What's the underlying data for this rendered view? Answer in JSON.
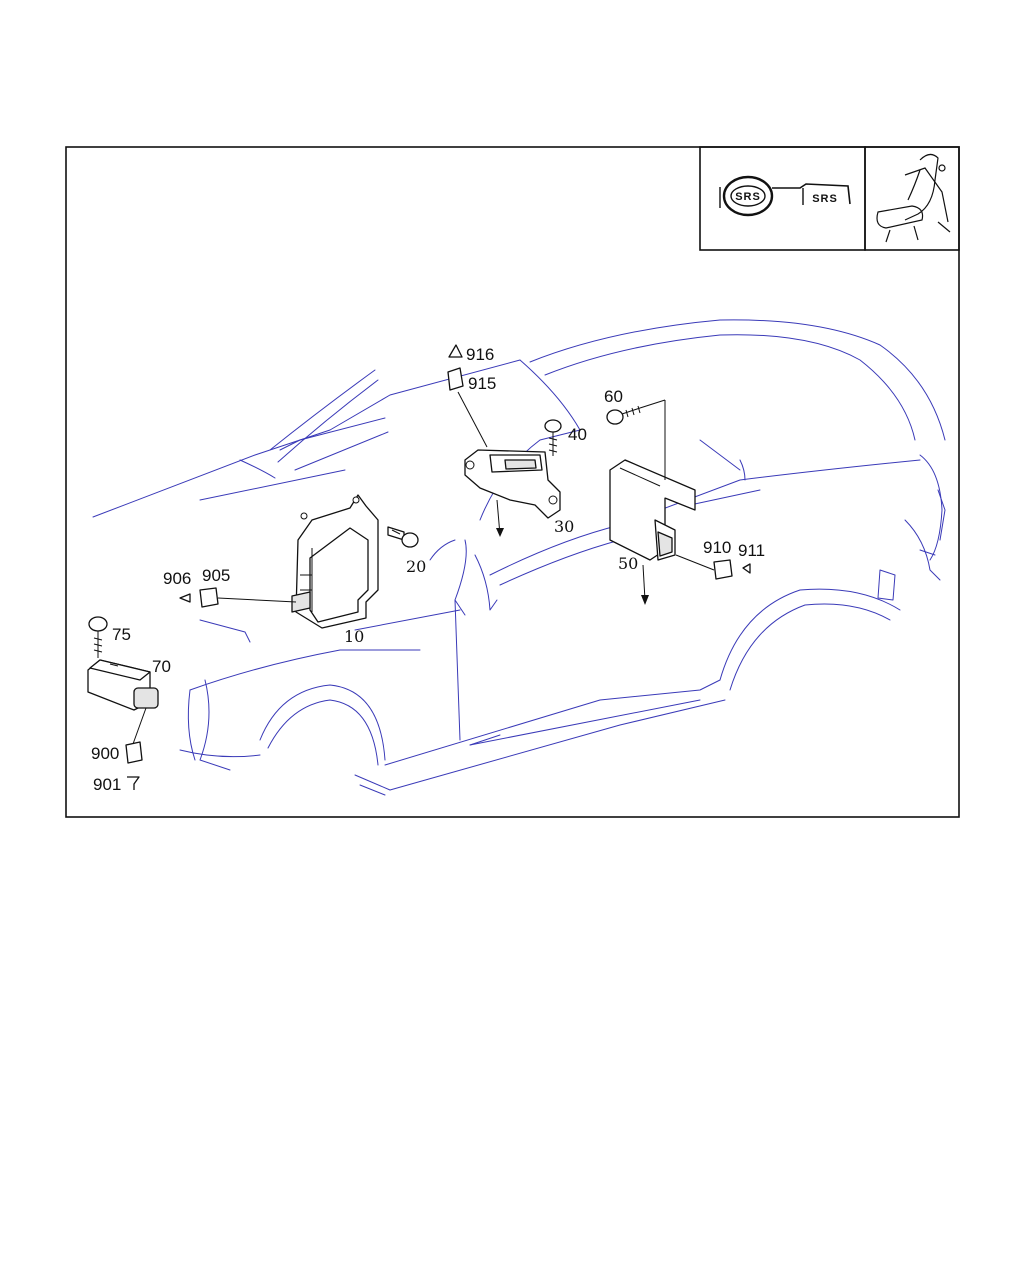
{
  "inset": {
    "srs_left": "SRS",
    "srs_right": "SRS"
  },
  "callouts": {
    "c10": "10",
    "c20": "20",
    "c30": "30",
    "c40": "40",
    "c50": "50",
    "c60": "60",
    "c70": "70",
    "c75": "75",
    "c900": "900",
    "c901": "901",
    "c905": "905",
    "c906": "906",
    "c910": "910",
    "c911": "911",
    "c915": "915",
    "c916": "916"
  },
  "colors": {
    "body_outline": "#3a3ab8",
    "part_outline": "#111111",
    "frame": "#111111"
  }
}
